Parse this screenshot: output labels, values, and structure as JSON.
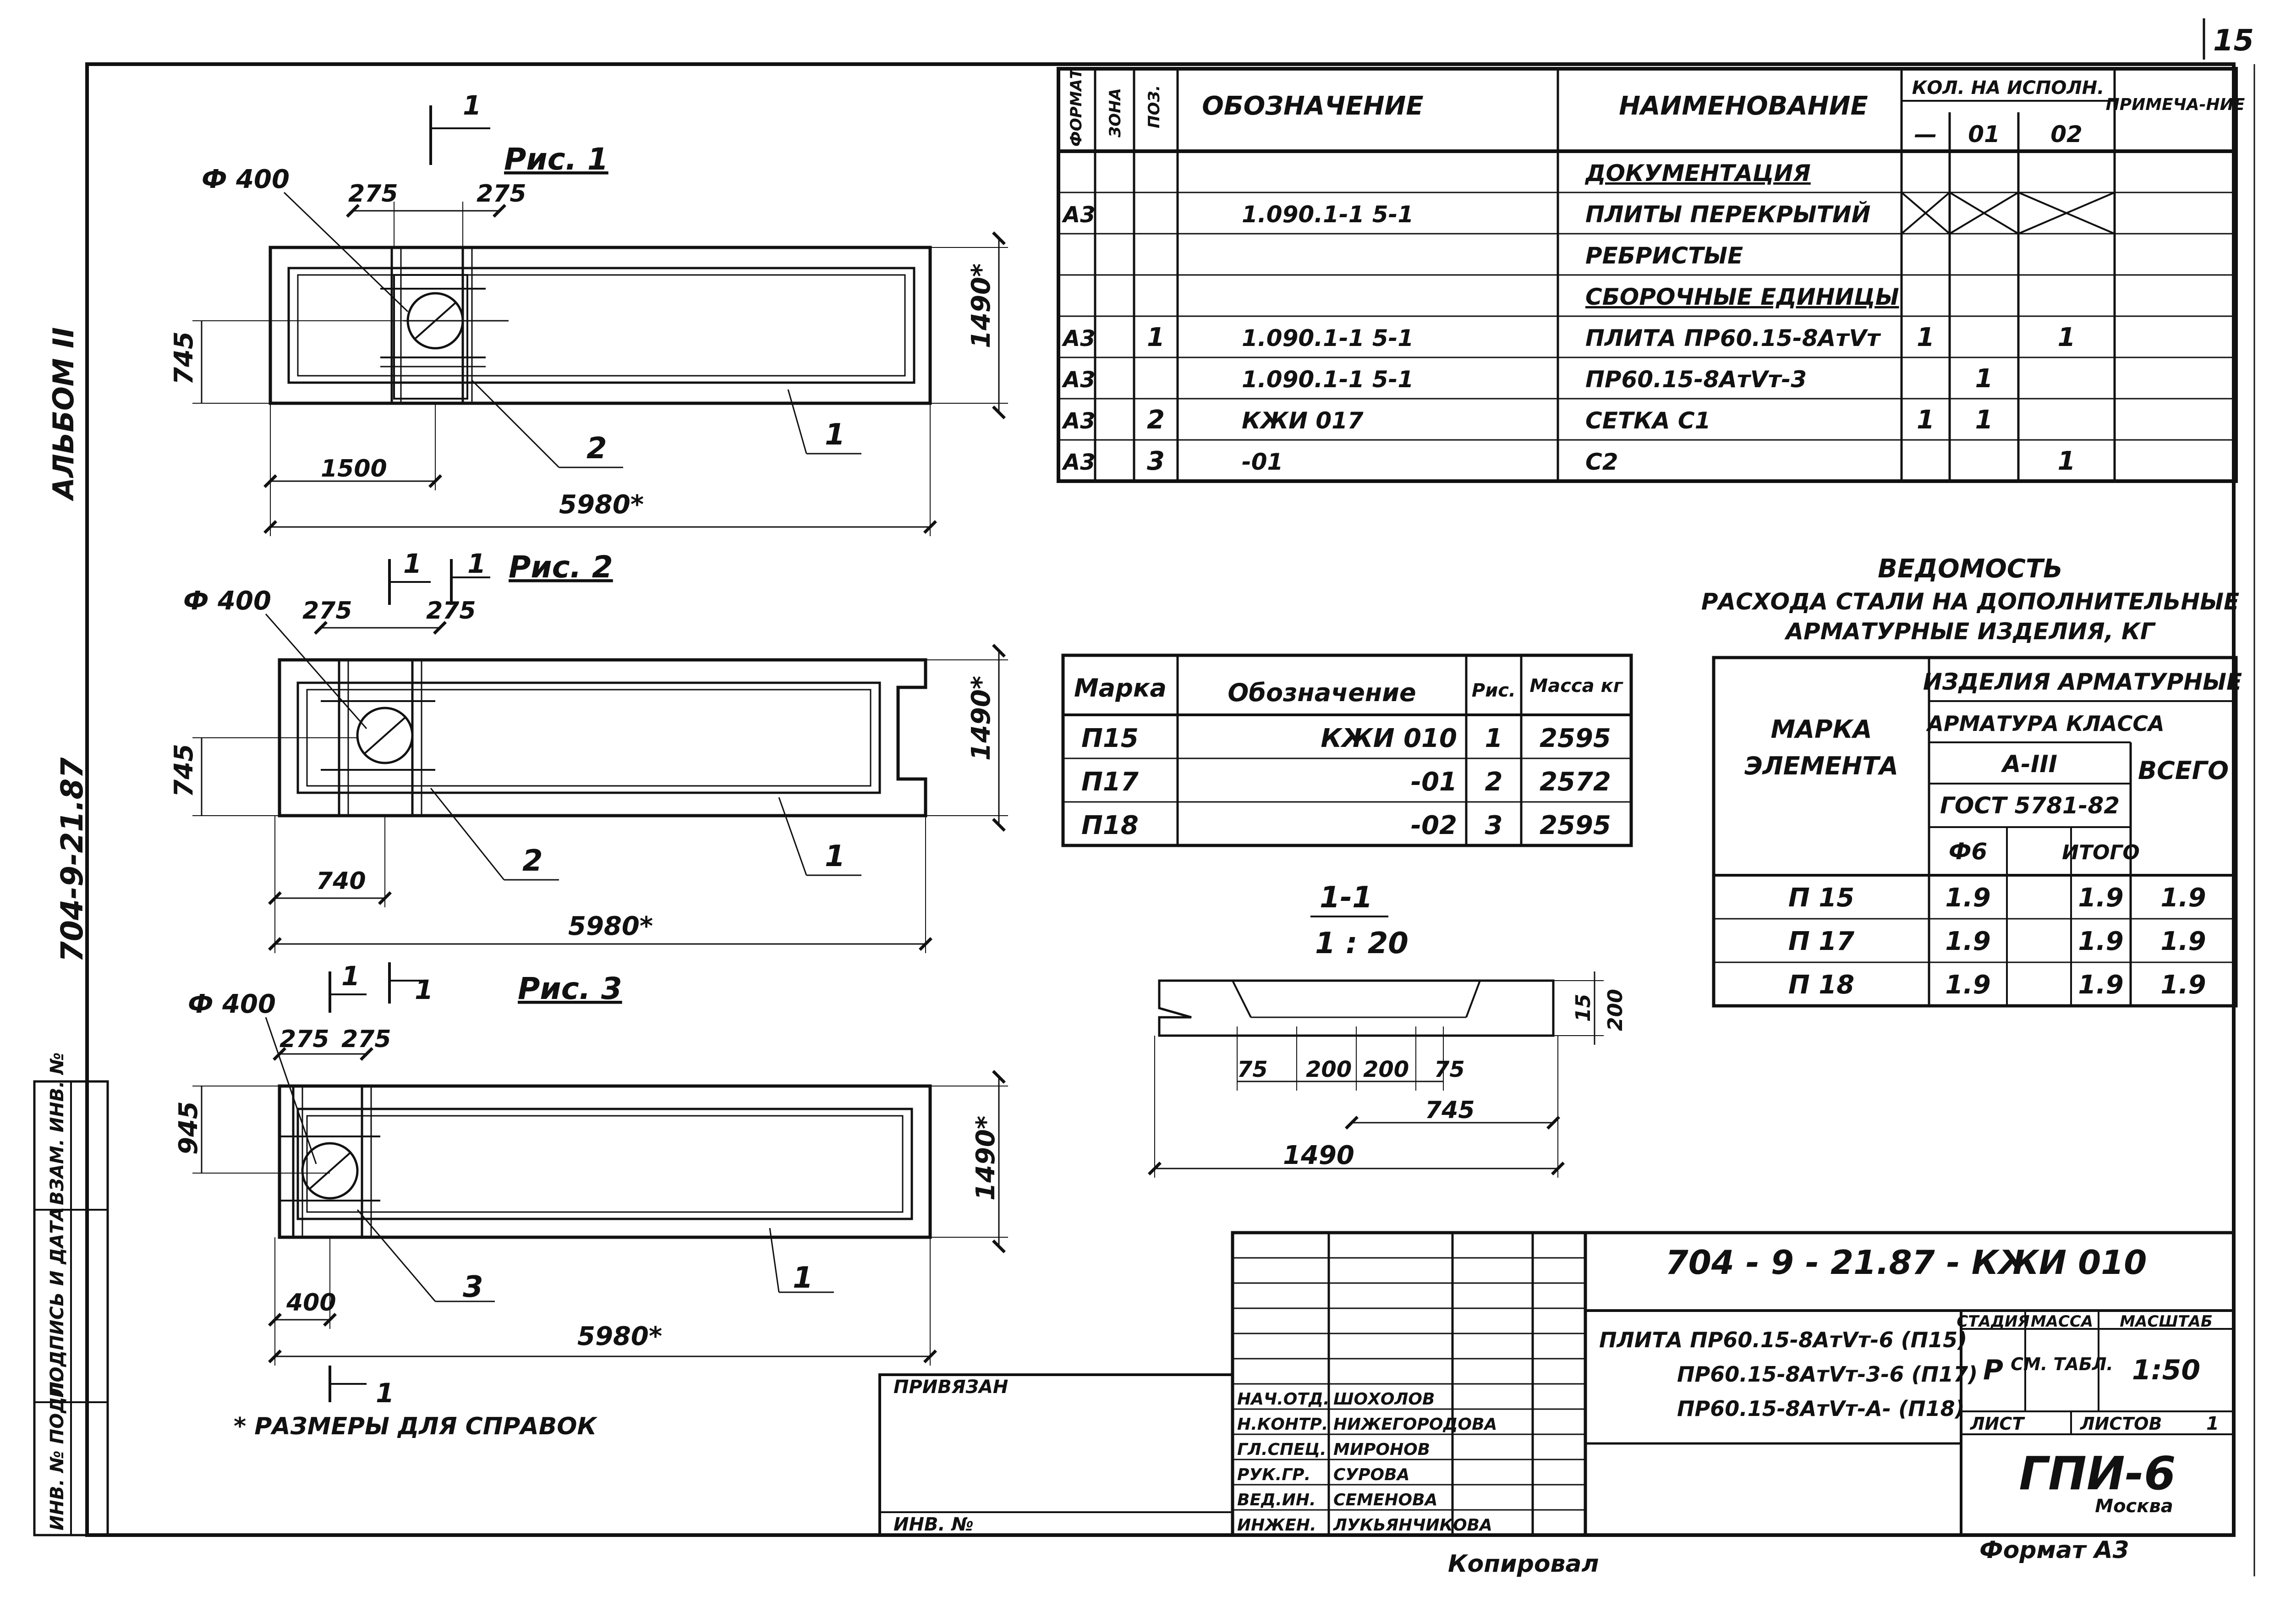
{
  "page_number": "15",
  "album": {
    "label": "АЛЬБОМ II",
    "code": "704-9-21.87"
  },
  "left_stamp": [
    "ИНВ. № ПОДЛ.",
    "ПОДПИСЬ И ДАТА",
    "ВЗАМ. ИНВ. №"
  ],
  "figures": {
    "fig1": {
      "title": "Рис. 1",
      "section": "1",
      "diameter": "Ф 400",
      "dims": {
        "a": "275",
        "b": "275",
        "height": "745",
        "width": "1490*",
        "offset": "1500",
        "length": "5980*"
      },
      "callouts": [
        "2",
        "1"
      ]
    },
    "fig2": {
      "title": "Рис. 2",
      "section_a": "1",
      "section_b": "1",
      "diameter": "Ф 400",
      "dims": {
        "a": "275",
        "b": "275",
        "height": "745",
        "width": "1490*",
        "offset": "740",
        "length": "5980*"
      },
      "callouts": [
        "2",
        "1"
      ]
    },
    "fig3": {
      "title": "Рис. 3",
      "section_a": "1",
      "section_b": "1",
      "diameter": "Ф 400",
      "dims": {
        "a": "275",
        "b": "275",
        "height": "945",
        "width": "1490*",
        "offset": "400",
        "length": "5980*"
      },
      "callouts": [
        "3",
        "1"
      ],
      "bottom_section": "1"
    }
  },
  "note": "* РАЗМЕРЫ ДЛЯ СПРАВОК",
  "spec_table": {
    "headers": [
      "ФОРМАТ",
      "ЗОНА",
      "ПОЗ.",
      "ОБОЗНАЧЕНИЕ",
      "НАИМЕНОВАНИЕ",
      "КОЛ. НА ИСПОЛН.",
      "ПРИМЕЧА-НИЕ"
    ],
    "sub_headers": [
      "—",
      "01",
      "02"
    ],
    "rows": [
      {
        "fmt": "",
        "pos": "",
        "code": "",
        "name": "ДОКУМЕНТАЦИЯ",
        "q1": "",
        "q2": "",
        "q3": ""
      },
      {
        "fmt": "А3",
        "pos": "",
        "code": "1.090.1-1     5-1",
        "name": "ПЛИТЫ ПЕРЕКРЫТИЙ",
        "q1": "",
        "q2": "",
        "q3": ""
      },
      {
        "fmt": "",
        "pos": "",
        "code": "",
        "name": "РЕБРИСТЫЕ",
        "q1": "",
        "q2": "",
        "q3": ""
      },
      {
        "fmt": "",
        "pos": "",
        "code": "",
        "name": "СБОРОЧНЫЕ ЕДИНИЦЫ",
        "q1": "",
        "q2": "",
        "q3": ""
      },
      {
        "fmt": "А3",
        "pos": "1",
        "code": "1.090.1-1  5-1",
        "name": "ПЛИТА  ПР60.15-8АтVт",
        "q1": "1",
        "q2": "",
        "q3": "1"
      },
      {
        "fmt": "А3",
        "pos": "",
        "code": "1.090.1-1  5-1",
        "name": "ПР60.15-8АтVт-3",
        "q1": "",
        "q2": "1",
        "q3": ""
      },
      {
        "fmt": "А3",
        "pos": "2",
        "code": "КЖИ 017",
        "name": "СЕТКА  С1",
        "q1": "1",
        "q2": "1",
        "q3": ""
      },
      {
        "fmt": "А3",
        "pos": "3",
        "code": "-01",
        "name": "С2",
        "q1": "",
        "q2": "",
        "q3": "1"
      }
    ]
  },
  "mark_table": {
    "headers": [
      "Марка",
      "Обозначение",
      "Рис.",
      "Масса кг"
    ],
    "rows": [
      [
        "П15",
        "КЖИ 010",
        "1",
        "2595"
      ],
      [
        "П17",
        "-01",
        "2",
        "2572"
      ],
      [
        "П18",
        "-02",
        "3",
        "2595"
      ]
    ]
  },
  "steel_table": {
    "title": [
      "ВЕДОМОСТЬ",
      "РАСХОДА СТАЛИ НА ДОПОЛНИТЕЛЬНЫЕ",
      "АРМАТУРНЫЕ ИЗДЕЛИЯ, КГ"
    ],
    "header_group": "ИЗДЕЛИЯ АРМАТУРНЫЕ",
    "header_class": "АРМАТУРА КЛАССА",
    "header_steel": "А-III",
    "header_gost": "ГОСТ 5781-82",
    "header_mark": [
      "МАРКА",
      "ЭЛЕМЕНТА"
    ],
    "header_total": "ВСЕГО",
    "col_d": "Ф6",
    "col_sum": "ИТОГО",
    "rows": [
      [
        "П 15",
        "1.9",
        "1.9",
        "1.9"
      ],
      [
        "П 17",
        "1.9",
        "1.9",
        "1.9"
      ],
      [
        "П 18",
        "1.9",
        "1.9",
        "1.9"
      ]
    ]
  },
  "section": {
    "title": "1-1",
    "scale": "1 : 20",
    "dims": [
      "75",
      "200",
      "200",
      "75",
      "745",
      "1490",
      "15",
      "200"
    ]
  },
  "title_block": {
    "doc_code": "704 - 9 - 21.87 - КЖИ 010",
    "name_lines": [
      "ПЛИТА  ПР60.15-8АтVт-6 (П15)",
      "ПР60.15-8АтVт-3-6 (П17)",
      "ПР60.15-8АтVт-А- (П18)"
    ],
    "stage_label": "СТАДИЯ",
    "mass_label": "МАССА",
    "scale_label": "МАСШТАБ",
    "stage": "Р",
    "mass": "СМ. ТАБЛ.",
    "scale": "1:50",
    "sheet_label": "ЛИСТ",
    "sheets_label": "ЛИСТОВ",
    "sheets": "1",
    "org": "ГПИ-6",
    "city": "Москва",
    "signers": [
      [
        "НАЧ.ОТД.",
        "ШОХОЛОВ"
      ],
      [
        "Н.КОНТР.",
        "НИЖЕГОРОДОВА"
      ],
      [
        "ГЛ.СПЕЦ.",
        "МИРОНОВ"
      ],
      [
        "РУК.ГР.",
        "СУРОВА"
      ],
      [
        "ВЕД.ИН.",
        "СЕМЕНОВА"
      ],
      [
        "ИНЖЕН.",
        "ЛУКЬЯНЧИКОВА"
      ]
    ],
    "bind_label": "ПРИВЯЗАН",
    "inv_label": "ИНВ. №"
  },
  "footer": {
    "copied": "Копировал",
    "format": "Формат А3"
  }
}
